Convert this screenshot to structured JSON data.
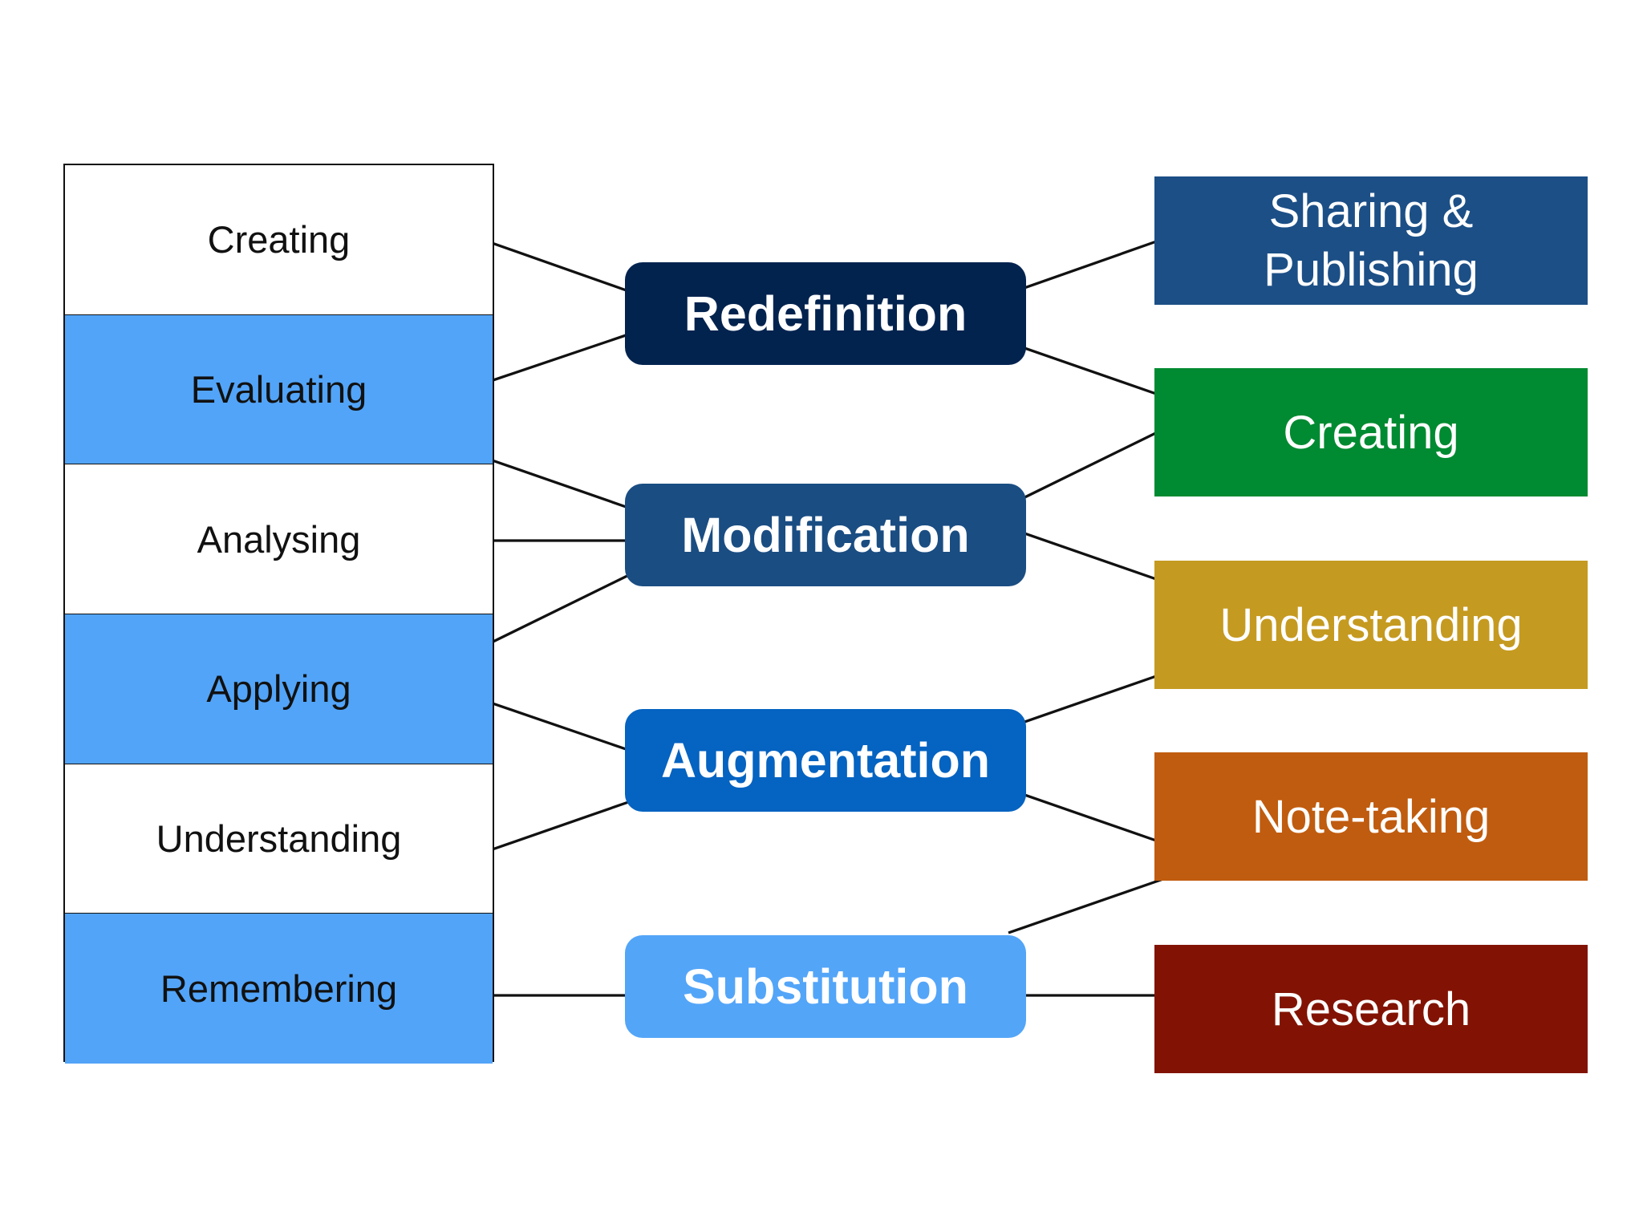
{
  "bloom_levels": {
    "items": [
      {
        "label": "Creating",
        "color": "#ffffff"
      },
      {
        "label": "Evaluating",
        "color": "#52a4f8"
      },
      {
        "label": "Analysing",
        "color": "#ffffff"
      },
      {
        "label": "Applying",
        "color": "#52a4f8"
      },
      {
        "label": "Understanding",
        "color": "#ffffff"
      },
      {
        "label": "Remembering",
        "color": "#52a4f8"
      }
    ]
  },
  "samr_levels": {
    "items": [
      {
        "label": "Redefinition",
        "color": "#03234f"
      },
      {
        "label": "Modification",
        "color": "#1a4d82"
      },
      {
        "label": "Augmentation",
        "color": "#0563c1"
      },
      {
        "label": "Substitution",
        "color": "#53a5f8"
      }
    ]
  },
  "activities": {
    "items": [
      {
        "label": "Sharing &\nPublishing",
        "color": "#1c4f86"
      },
      {
        "label": "Creating",
        "color": "#008a31"
      },
      {
        "label": "Understanding",
        "color": "#c59a20"
      },
      {
        "label": "Note-taking",
        "color": "#c05c0f"
      },
      {
        "label": "Research",
        "color": "#821304"
      }
    ]
  },
  "connector_color": "#111111"
}
